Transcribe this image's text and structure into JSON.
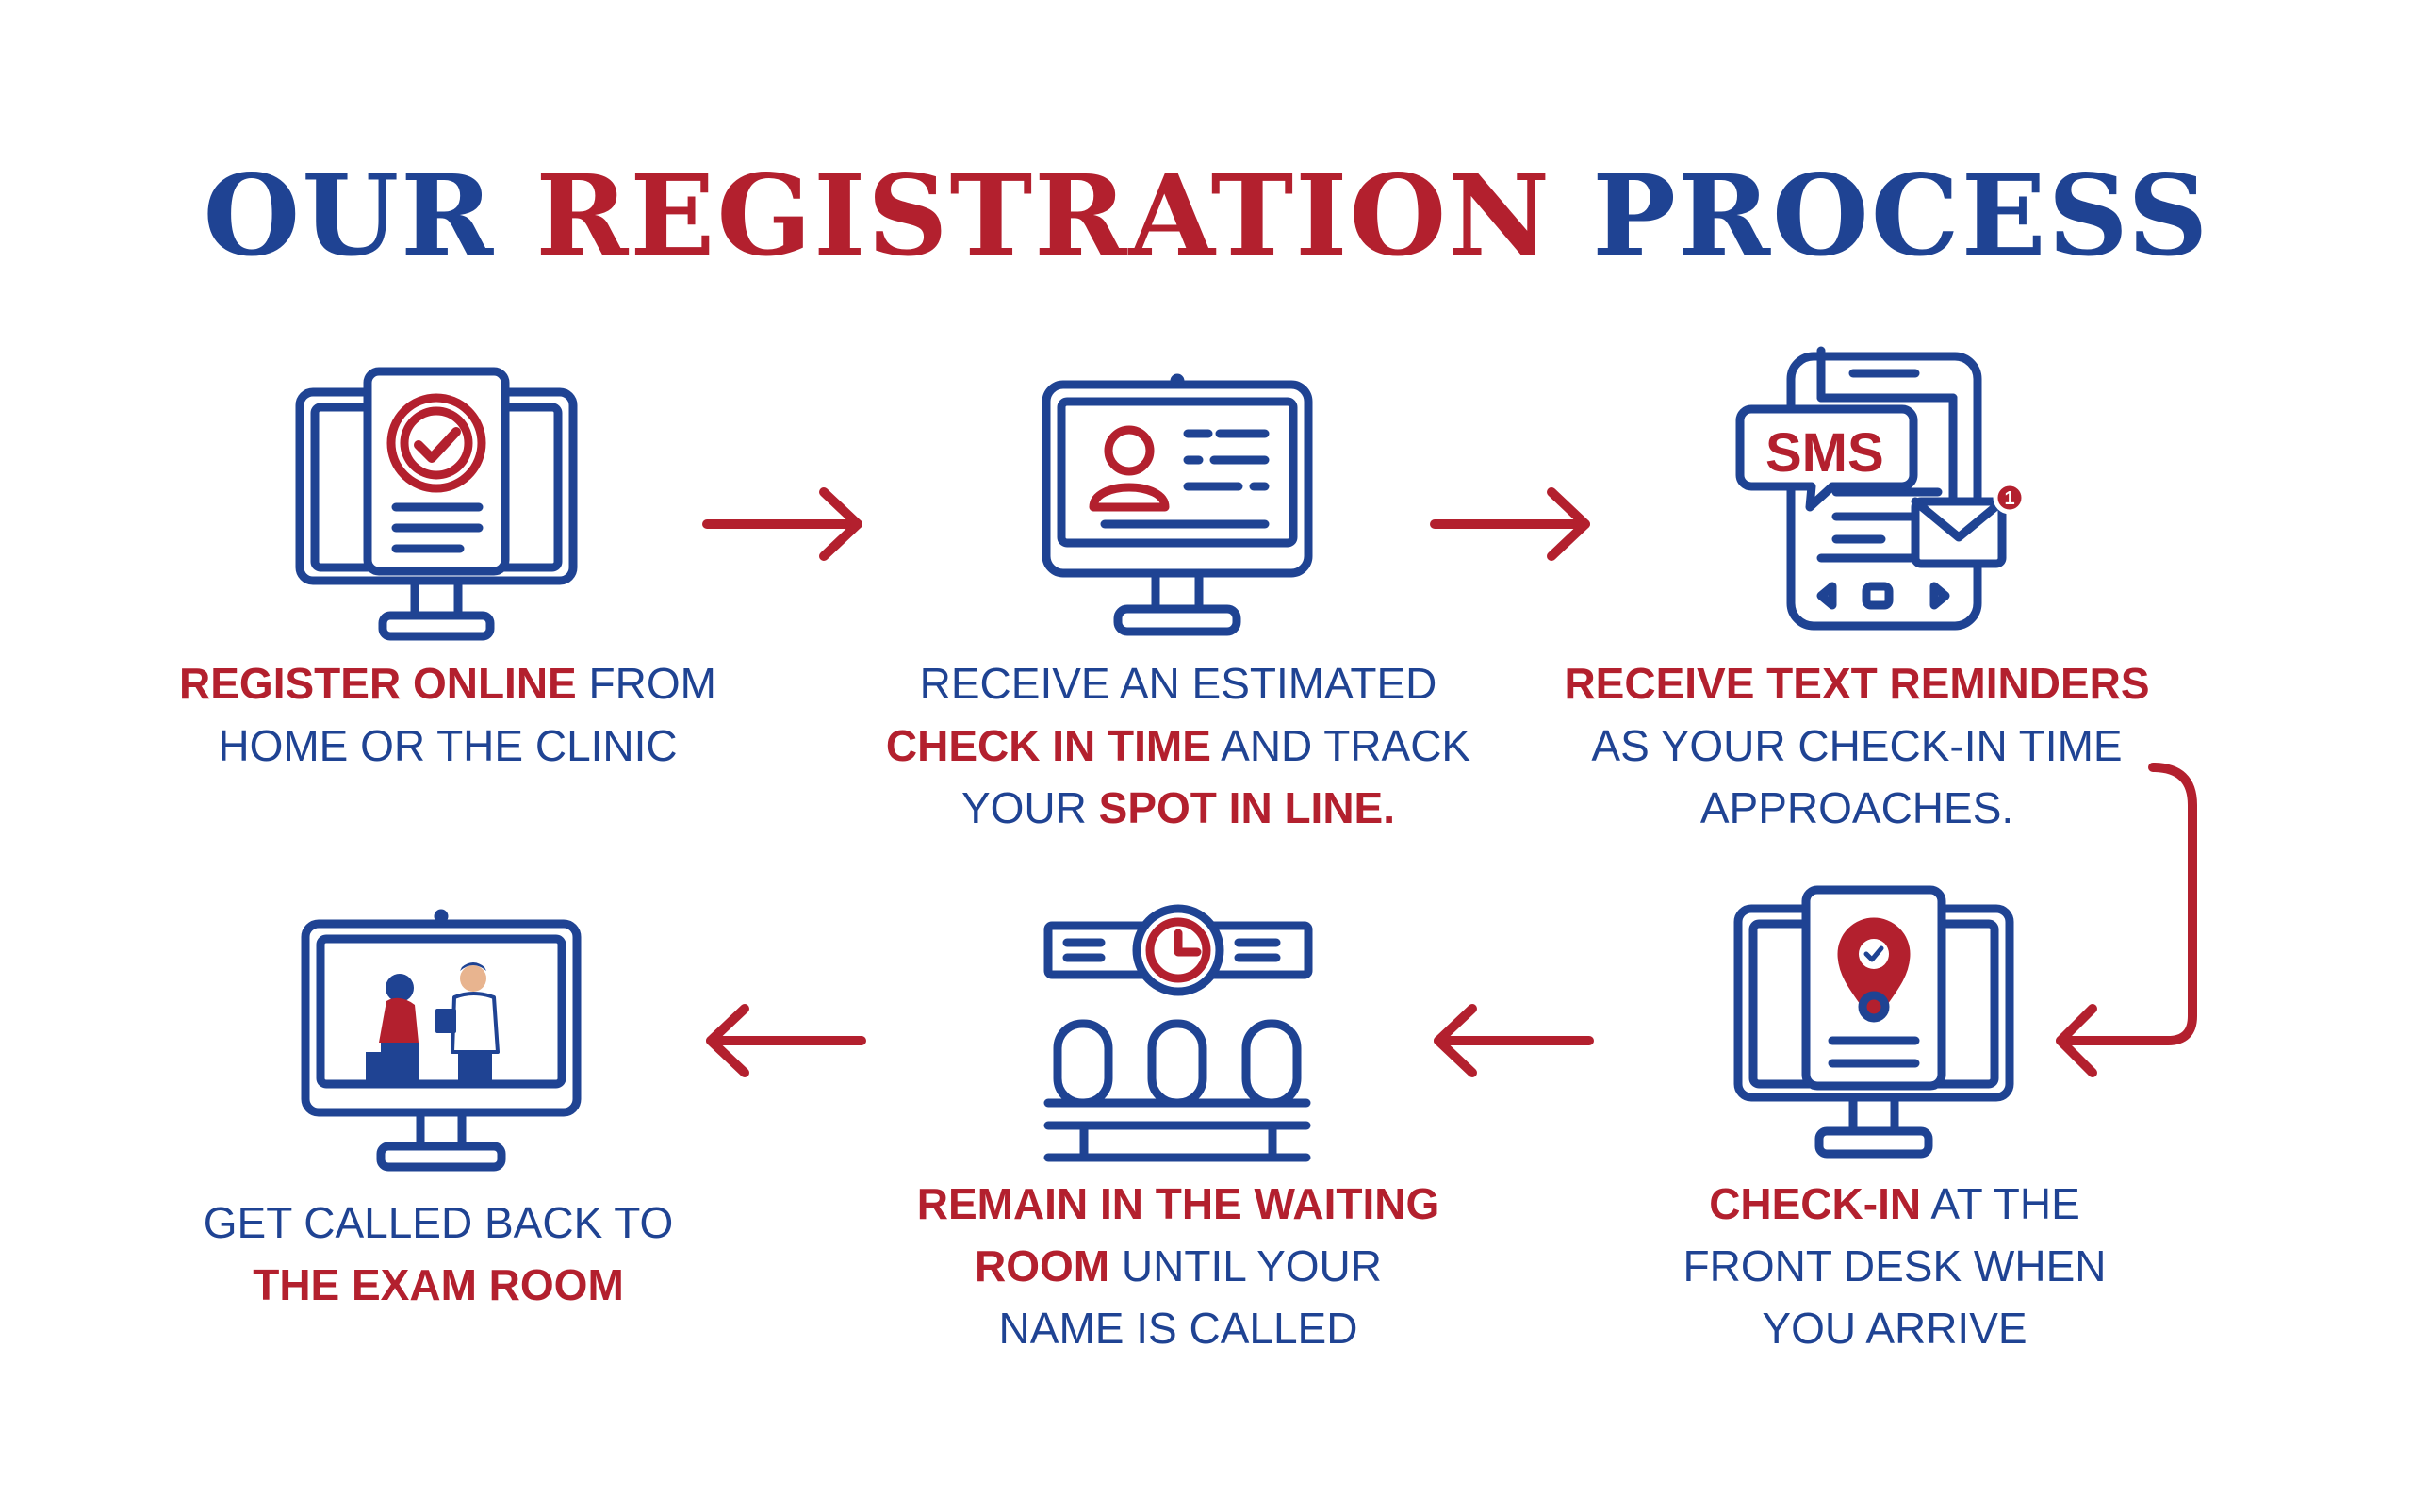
{
  "colors": {
    "primary_blue": "#1f4393",
    "accent_red": "#b3202e",
    "background": "#ffffff"
  },
  "title": {
    "part1": "OUR ",
    "part2": "REGISTRATION",
    "part3": " PROCESS"
  },
  "steps": [
    {
      "icon": "monitor-checklist-icon",
      "segments": [
        {
          "text": "REGISTER ONLINE",
          "emphasis": true
        },
        {
          "text": " FROM",
          "emphasis": false
        },
        {
          "text": "HOME OR THE CLINIC",
          "emphasis": false
        }
      ]
    },
    {
      "icon": "monitor-profile-icon",
      "segments": [
        {
          "text": "RECEIVE AN ESTIMATED",
          "emphasis": false
        },
        {
          "text": "CHECK IN TIME",
          "emphasis": true
        },
        {
          "text": " AND TRACK",
          "emphasis": false
        },
        {
          "text": "YOUR ",
          "emphasis": false
        },
        {
          "text": "SPOT IN LINE.",
          "emphasis": true
        }
      ]
    },
    {
      "icon": "phone-sms-icon",
      "icon_text": "SMS",
      "badge": "1",
      "segments": [
        {
          "text": "RECEIVE TEXT REMINDERS",
          "emphasis": true
        },
        {
          "text": "AS YOUR CHECK-IN TIME",
          "emphasis": false
        },
        {
          "text": "APPROACHES.",
          "emphasis": false
        }
      ]
    },
    {
      "icon": "monitor-location-pin-icon",
      "segments": [
        {
          "text": "CHECK-IN",
          "emphasis": true
        },
        {
          "text": " AT THE",
          "emphasis": false
        },
        {
          "text": "FRONT DESK WHEN",
          "emphasis": false
        },
        {
          "text": "YOU ARRIVE",
          "emphasis": false
        }
      ]
    },
    {
      "icon": "waiting-room-chairs-icon",
      "segments": [
        {
          "text": "REMAIN IN THE WAITING",
          "emphasis": true
        },
        {
          "text": "ROOM",
          "emphasis": true
        },
        {
          "text": " UNTIL YOUR",
          "emphasis": false
        },
        {
          "text": "NAME IS CALLED",
          "emphasis": false
        }
      ]
    },
    {
      "icon": "monitor-doctor-patient-icon",
      "segments": [
        {
          "text": "GET CALLED BACK TO",
          "emphasis": false
        },
        {
          "text": "THE EXAM ROOM",
          "emphasis": true
        }
      ]
    }
  ],
  "arrows": [
    "right",
    "right",
    "down-curve",
    "left",
    "left"
  ]
}
